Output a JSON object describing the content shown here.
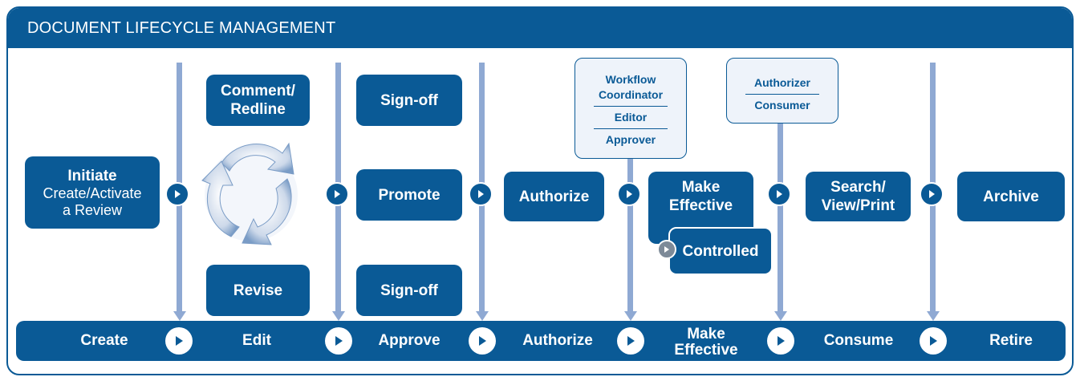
{
  "header": {
    "title": "DOCUMENT LIFECYCLE MANAGEMENT"
  },
  "initiate": {
    "title": "Initiate",
    "line1": "Create/Activate",
    "line2": "a Review"
  },
  "edit": {
    "comment_line1": "Comment/",
    "comment_line2": "Redline",
    "revise": "Revise"
  },
  "approve": {
    "signoff_top": "Sign-off",
    "promote": "Promote",
    "signoff_bottom": "Sign-off"
  },
  "authorize": {
    "label": "Authorize"
  },
  "effective": {
    "line1": "Make",
    "line2": "Effective",
    "controlled": "Controlled"
  },
  "search": {
    "line1": "Search/",
    "line2": "View/Print"
  },
  "archive": {
    "label": "Archive"
  },
  "roles_a": {
    "r1a": "Workflow",
    "r1b": "Coordinator",
    "r2": "Editor",
    "r3": "Approver"
  },
  "roles_b": {
    "r1": "Authorizer",
    "r2": "Consumer"
  },
  "stages": {
    "create": "Create",
    "edit": "Edit",
    "approve": "Approve",
    "authorize": "Authorize",
    "effective1": "Make",
    "effective2": "Effective",
    "consume": "Consume",
    "retire": "Retire"
  },
  "colors": {
    "primary": "#0a5a96",
    "line": "#8fa9d3",
    "card_bg": "#eef3fa"
  },
  "icons": [
    "arrow-circle-icon",
    "cycle-arrows-icon",
    "down-arrow-icon"
  ]
}
